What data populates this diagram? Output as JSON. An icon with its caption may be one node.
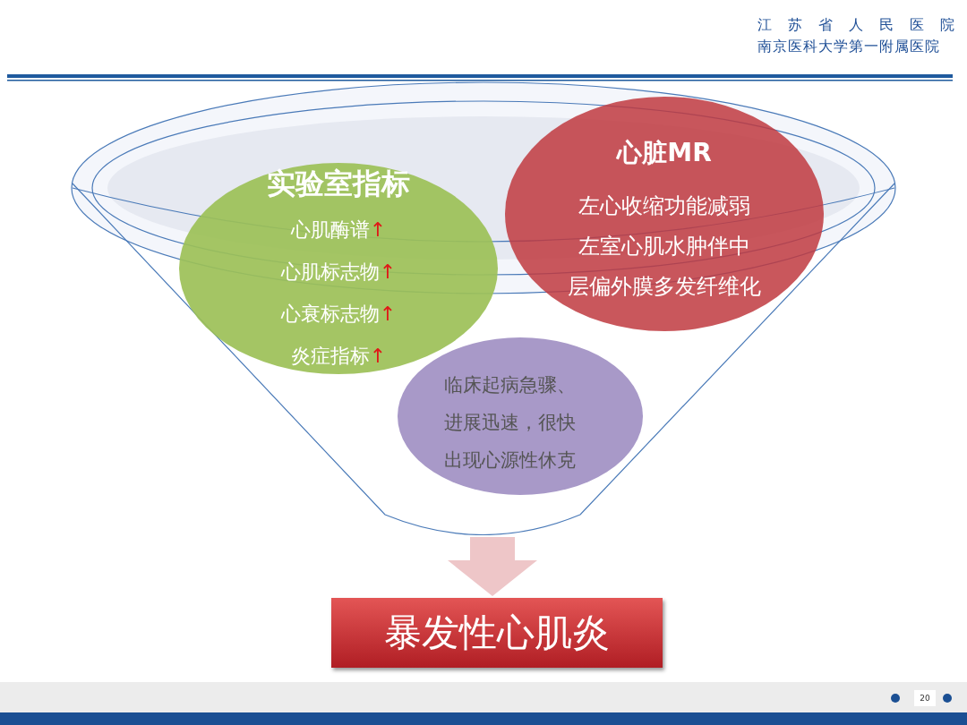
{
  "diagram": {
    "nodes": [
      {
        "text": [],
        "shape": "funnel"
      },
      {
        "text": [
          "实验室指标",
          "心肌酶谱↑",
          "心肌标志物↑",
          "心衰标志物↑",
          "炎症指标↑"
        ],
        "in": 0
      },
      {
        "text": [
          "心脏MR",
          "左心收缩功能减弱",
          "左室心肌水肿伴中层偏外膜多发纤维化"
        ],
        "in": 0
      },
      {
        "text": [
          "临床起病急骤、进展迅速，很快出现心源性休克"
        ],
        "in": 0
      },
      {
        "text": [
          "暴发性心肌炎"
        ]
      }
    ],
    "edges": [
      {
        "from": 0,
        "to": 4,
        "arrow": "to"
      }
    ],
    "labels": [
      "江苏省人民医院",
      "南京医科大学第一附属医院",
      "20"
    ]
  }
}
